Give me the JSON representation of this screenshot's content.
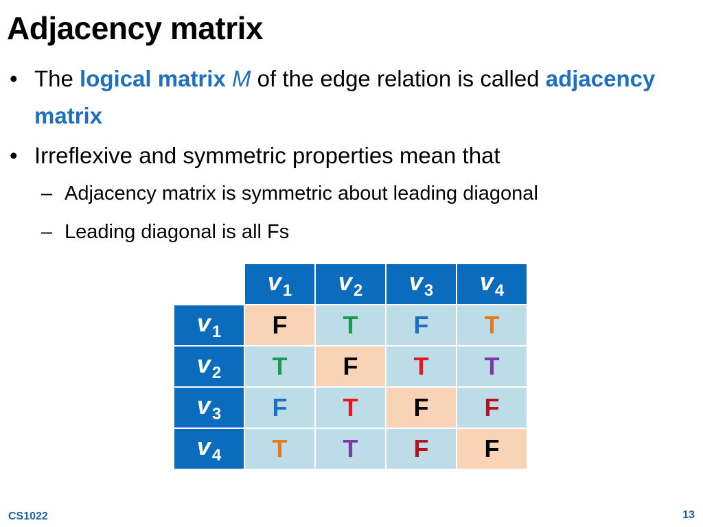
{
  "slide": {
    "title": "Adjacency matrix",
    "bullets": {
      "b1_pre": "The ",
      "b1_hl": "logical matrix",
      "b1_space": " ",
      "b1_var": "M",
      "b1_mid": " of the edge relation is called ",
      "b1_hl2": "adjacency matrix",
      "b2": "Irreflexive and symmetric properties mean that",
      "sub1": "Adjacency matrix is symmetric about leading diagonal",
      "sub2": "Leading diagonal is all Fs"
    },
    "bullet_glyph": "•",
    "dash_glyph": "–"
  },
  "matrix": {
    "var_letter": "v",
    "indices": [
      "1",
      "2",
      "3",
      "4"
    ],
    "rows": [
      [
        {
          "v": "F",
          "color": "#000000"
        },
        {
          "v": "T",
          "color": "#1a9a4a"
        },
        {
          "v": "F",
          "color": "#1f6fbf"
        },
        {
          "v": "T",
          "color": "#e87a1e"
        }
      ],
      [
        {
          "v": "T",
          "color": "#1a9a4a"
        },
        {
          "v": "F",
          "color": "#000000"
        },
        {
          "v": "T",
          "color": "#e8141e"
        },
        {
          "v": "T",
          "color": "#7b3aa6"
        }
      ],
      [
        {
          "v": "F",
          "color": "#1f6fbf"
        },
        {
          "v": "T",
          "color": "#e8141e"
        },
        {
          "v": "F",
          "color": "#000000"
        },
        {
          "v": "F",
          "color": "#b4141e"
        }
      ],
      [
        {
          "v": "T",
          "color": "#e87a1e"
        },
        {
          "v": "T",
          "color": "#7b3aa6"
        },
        {
          "v": "F",
          "color": "#b4141e"
        },
        {
          "v": "F",
          "color": "#000000"
        }
      ]
    ],
    "colors": {
      "header_bg": "#0b6bbd",
      "cell_bg": "#bcdde8",
      "diagonal_bg": "#f9d3b5"
    }
  },
  "footer": {
    "course": "CS1022",
    "page": "13"
  }
}
